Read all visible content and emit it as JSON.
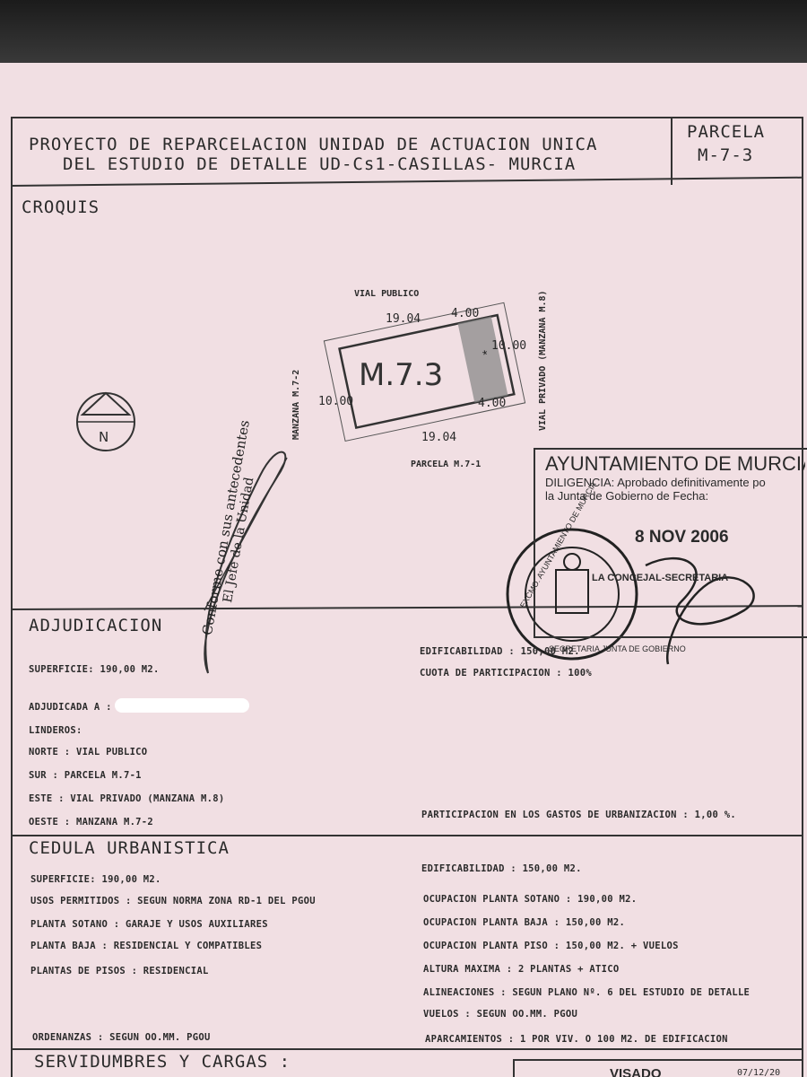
{
  "header": {
    "title_line1": "PROYECTO DE REPARCELACION  UNIDAD DE ACTUACION UNICA",
    "title_line2": "DEL ESTUDIO DE DETALLE UD-Cs1-CASILLAS- MURCIA",
    "parcela_label": "PARCELA",
    "parcela_id": "M-7-3"
  },
  "croquis": {
    "heading": "CROQUIS",
    "vial_publico": "VIAL PUBLICO",
    "vial_privado": "VIAL PRIVADO (MANZANA M.8)",
    "manzana_west": "MANZANA M.7-2",
    "parcela_south": "PARCELA M.7-1",
    "plot_label": "M.7.3",
    "dim_top": "19.04",
    "dim_bottom": "19.04",
    "dim_left": "10.00",
    "dim_right": "10.00",
    "dim_strip_top": "4.00",
    "dim_strip_bottom": "4.00",
    "north": "N",
    "handwritten": "Conforme con sus antecedentes",
    "handwritten2": "El Jefe de la Unidad"
  },
  "stamp": {
    "title": "AYUNTAMIENTO DE MURCIA",
    "line1": "DILIGENCIA: Aprobado definitivamente po",
    "line2": "la Junta de Gobierno de Fecha:",
    "date": "8 NOV 2006",
    "secretaria": "LA CONCEJAL-SECRETARIA",
    "seal_text": "EXCMO. AYUNTAMIENTO DE MURCIA",
    "seal_inner": "SECRETARIA JUNTA DE GOBIERNO"
  },
  "adjudicacion": {
    "heading": "ADJUDICACION",
    "superficie": "SUPERFICIE: 190,00 M2.",
    "edificabilidad": "EDIFICABILIDAD : 150,00 M2.",
    "cuota": "CUOTA  DE PARTICIPACION : 100%",
    "adjudicada": "ADJUDICADA A :",
    "linderos": "LINDEROS:",
    "norte": "NORTE : VIAL PUBLICO",
    "sur": "SUR : PARCELA M.7-1",
    "este": "ESTE : VIAL PRIVADO (MANZANA M.8)",
    "oeste": "OESTE : MANZANA M.7-2",
    "gastos": "PARTICIPACION EN LOS GASTOS DE URBANIZACION : 1,00 %."
  },
  "cedula": {
    "heading": "CEDULA URBANISTICA",
    "superficie": "SUPERFICIE: 190,00 M2.",
    "usos": "USOS PERMITIDOS : SEGUN NORMA ZONA RD-1 DEL PGOU",
    "sotano": "PLANTA SOTANO : GARAJE Y USOS AUXILIARES",
    "baja": "PLANTA BAJA : RESIDENCIAL Y COMPATIBLES",
    "pisos": "PLANTAS DE PISOS : RESIDENCIAL",
    "ordenanzas": "ORDENANZAS : SEGUN OO.MM. PGOU",
    "edificabilidad": "EDIFICABILIDAD : 150,00 M2.",
    "oc_sotano": "OCUPACION PLANTA SOTANO : 190,00 M2.",
    "oc_baja": "OCUPACION PLANTA BAJA : 150,00 M2.",
    "oc_piso": "OCUPACION PLANTA PISO : 150,00 M2. + VUELOS",
    "altura": "ALTURA  MAXIMA : 2 PLANTAS + ATICO",
    "alineaciones": "ALINEACIONES : SEGUN PLANO Nº. 6 DEL ESTUDIO DE DETALLE",
    "vuelos": "VUELOS : SEGUN OO.MM. PGOU",
    "aparcamientos": "APARCAMIENTOS : 1 POR VIV. O 100 M2. DE EDIFICACION"
  },
  "servidumbres": {
    "heading": "SERVIDUMBRES  Y  CARGAS :",
    "visado": "VISADO",
    "visado_date": "07/12/20"
  }
}
